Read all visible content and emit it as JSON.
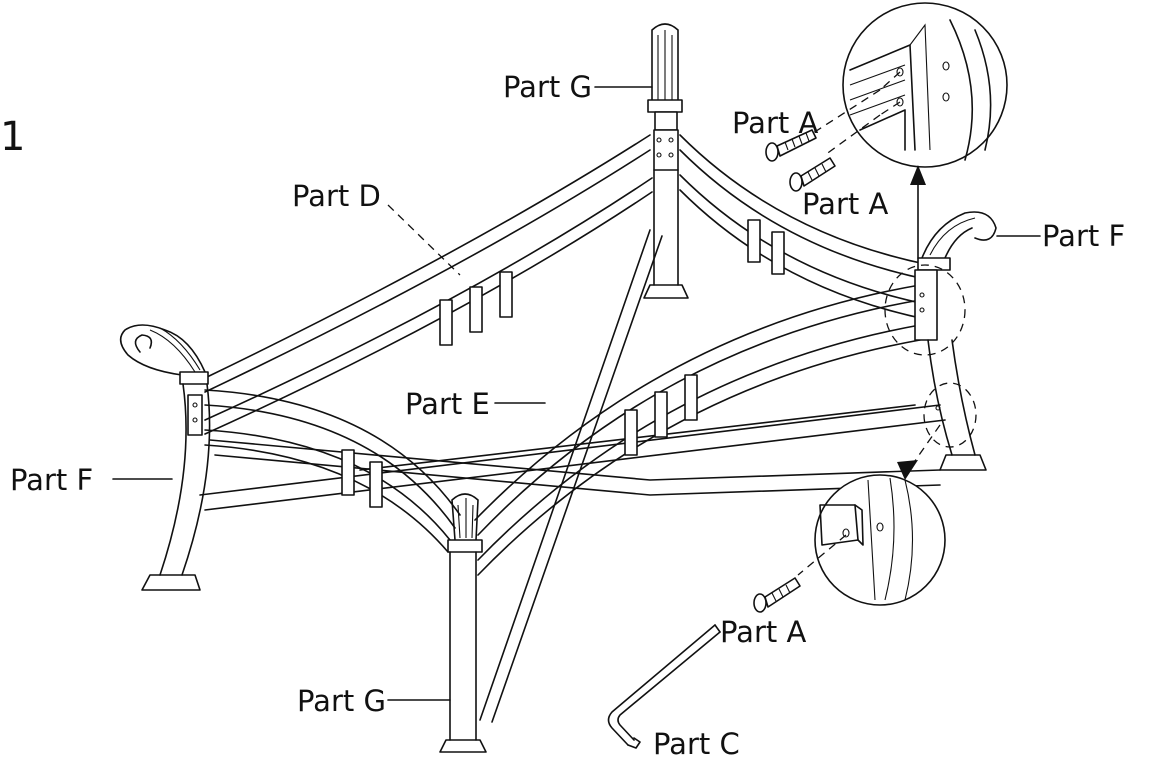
{
  "step_number": "1",
  "labels": {
    "part_g_top": "Part G",
    "part_a_upper_1": "Part A",
    "part_a_upper_2": "Part A",
    "part_d": "Part D",
    "part_f_right": "Part F",
    "part_e": "Part E",
    "part_f_left": "Part F",
    "part_a_lower": "Part A",
    "part_g_bottom": "Part G",
    "part_c": "Part C"
  }
}
